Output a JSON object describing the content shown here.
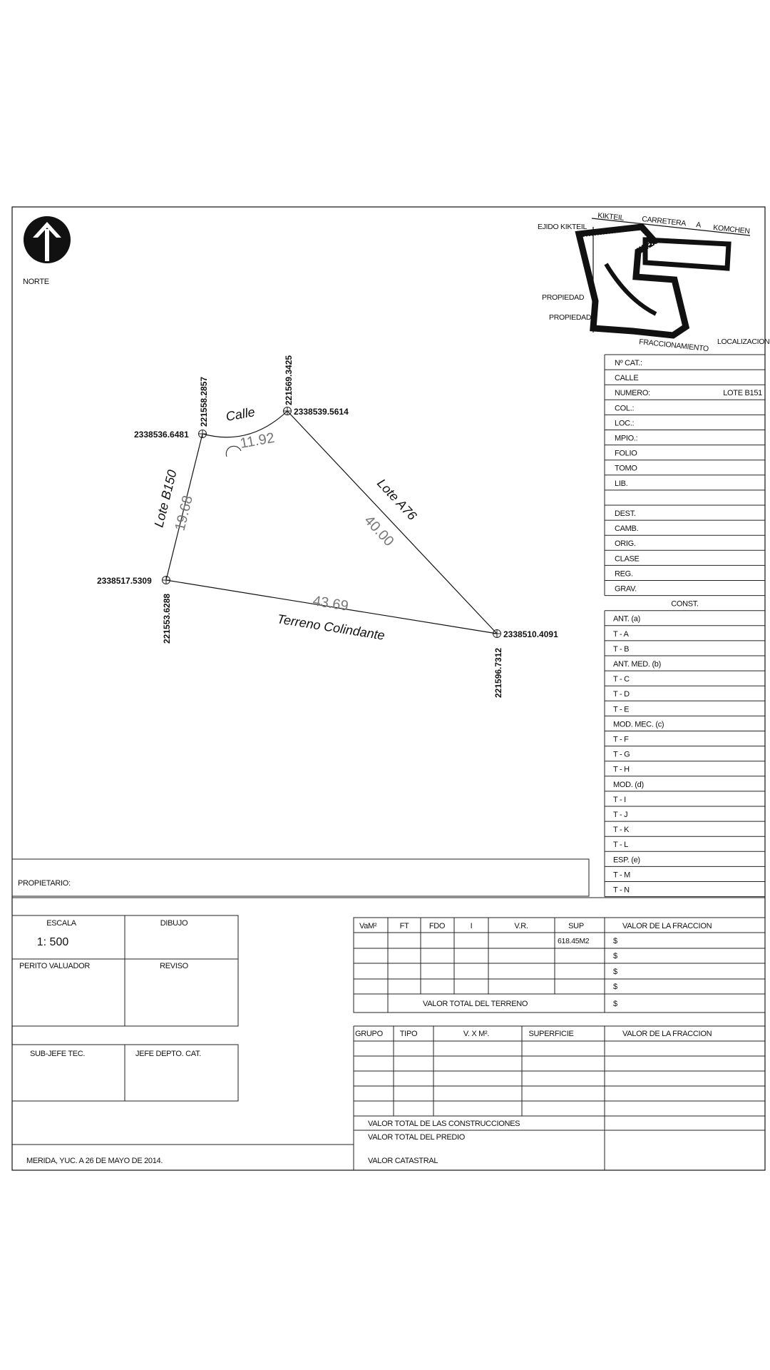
{
  "north": {
    "label": "NORTE"
  },
  "location": {
    "title": "LOCALIZACION",
    "labels": [
      "EJIDO KIKTEIL",
      "KIKTEIL",
      "CARRETERA",
      "A",
      "KOMCHEN",
      "PROPIEDAD",
      "PROPIEDAD",
      "FRACCIONAMIENTO"
    ]
  },
  "parcel": {
    "vertices": [
      {
        "coord_e": "2338536.6481",
        "coord_n": "221558.2857"
      },
      {
        "coord_e": "2338539.5614",
        "coord_n": "221569.3425"
      },
      {
        "coord_e": "2338510.4091",
        "coord_n": "221596.7312"
      },
      {
        "coord_e": "2338517.5309",
        "coord_n": "221553.6288"
      }
    ],
    "sides": [
      {
        "length": "11.92",
        "neighbor": "Calle"
      },
      {
        "length": "40.00",
        "neighbor": "Lote A76"
      },
      {
        "length": "43.69",
        "neighbor": "Terreno Colindante"
      },
      {
        "length": "19.68",
        "neighbor": "Lote B150"
      }
    ]
  },
  "info_fields": [
    {
      "label": "Nº CAT.:",
      "value": ""
    },
    {
      "label": "CALLE",
      "value": ""
    },
    {
      "label": "NUMERO:",
      "value": "LOTE B151"
    },
    {
      "label": "COL.:",
      "value": ""
    },
    {
      "label": "LOC.:",
      "value": ""
    },
    {
      "label": "MPIO.:",
      "value": ""
    },
    {
      "label": "FOLIO",
      "value": ""
    },
    {
      "label": "TOMO",
      "value": ""
    },
    {
      "label": "LIB.",
      "value": ""
    },
    {
      "label": "",
      "value": ""
    },
    {
      "label": "DEST.",
      "value": ""
    },
    {
      "label": "CAMB.",
      "value": ""
    },
    {
      "label": "ORIG.",
      "value": ""
    },
    {
      "label": "CLASE",
      "value": ""
    },
    {
      "label": "REG.",
      "value": ""
    },
    {
      "label": "GRAV.",
      "value": ""
    }
  ],
  "const": {
    "header": "CONST.",
    "rows": [
      "ANT. (a)",
      "T - A",
      "T - B",
      "ANT. MED. (b)",
      "T - C",
      "T - D",
      "T - E",
      "MOD. MEC. (c)",
      "T - F",
      "T - G",
      "T - H",
      "MOD. (d)",
      "T - I",
      "T - J",
      "T - K",
      "T - L",
      "ESP. (e)",
      "T - M",
      "T - N"
    ]
  },
  "propietario": {
    "label": "PROPIETARIO:"
  },
  "signatures": {
    "escala_label": "ESCALA",
    "escala_value": "1: 500",
    "dibujo": "DIBUJO",
    "perito": "PERITO VALUADOR",
    "reviso": "REVISO",
    "subjefe": "SUB-JEFE TEC.",
    "jefe": "JEFE DEPTO. CAT."
  },
  "land_table": {
    "headers": [
      "VaM²",
      "FT",
      "FDO",
      "I",
      "V.R.",
      "SUP",
      "VALOR DE LA FRACCION"
    ],
    "sup_value": "618.45M2",
    "currency": "$",
    "total_label": "VALOR TOTAL DEL TERRENO"
  },
  "build_table": {
    "headers": [
      "GRUPO",
      "TIPO",
      "V. X M².",
      "SUPERFICIE",
      "VALOR DE LA FRACCION"
    ],
    "total_constr": "VALOR TOTAL DE LAS CONSTRUCCIONES",
    "total_predio": "VALOR TOTAL DEL PREDIO",
    "catastral": "VALOR CATASTRAL"
  },
  "footer": {
    "place_date": "MERIDA, YUC. A 26 DE MAYO DE 2014."
  }
}
